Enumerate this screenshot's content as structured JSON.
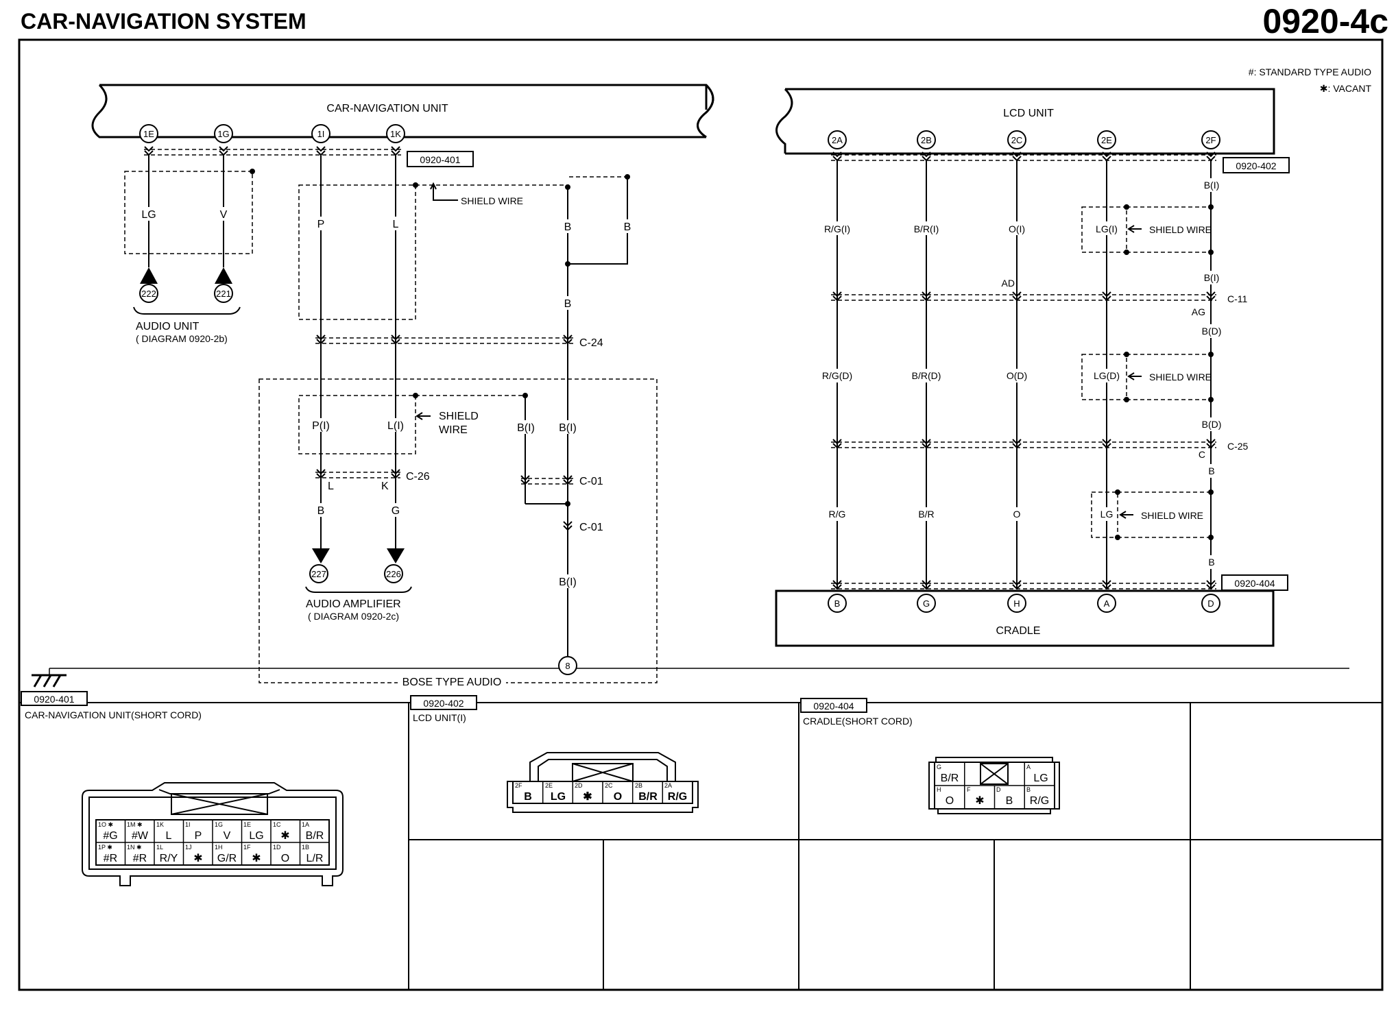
{
  "header": {
    "title": "CAR-NAVIGATION SYSTEM",
    "diagram_number": "0920-4c"
  },
  "notes": [
    "#: STANDARD TYPE AUDIO",
    "✱: VACANT"
  ],
  "left_diagram": {
    "unit_title": "CAR-NAVIGATION UNIT",
    "pins": [
      "1E",
      "1G",
      "1I",
      "1K"
    ],
    "connector_ref": "0920-401",
    "shield_wire": "SHIELD WIRE",
    "wire_labels": {
      "lg": "LG",
      "v": "V",
      "p": "P",
      "l": "L",
      "b_mid": "B",
      "b_right": "B",
      "b_lower": "B"
    },
    "audio_unit": {
      "terminals": [
        "222",
        "221"
      ],
      "label": "AUDIO UNIT",
      "sublabel": "( DIAGRAM 0920-2b)"
    },
    "connectors": {
      "c24": "C-24",
      "c26": "C-26",
      "c01a": "C-01",
      "c01b": "C-01"
    },
    "inner_labels": {
      "pi": "P(I)",
      "li": "L(I)",
      "bi_a": "B(I)",
      "bi_b": "B(I)",
      "shield1": "SHIELD",
      "shield2": "WIRE",
      "l_pin": "L",
      "k_pin": "K",
      "b_out": "B",
      "g_out": "G",
      "bi_low": "B(I)"
    },
    "amplifier": {
      "terminals": [
        "227",
        "226"
      ],
      "label": "AUDIO AMPLIFIER",
      "sublabel": "( DIAGRAM 0920-2c)"
    },
    "ground_number": "8",
    "bose_label": "BOSE TYPE AUDIO"
  },
  "right_diagram": {
    "unit_title": "LCD UNIT",
    "pins": [
      "2A",
      "2B",
      "2C",
      "2E",
      "2F"
    ],
    "connector_ref_top": "0920-402",
    "connector_ref_bottom": "0920-404",
    "wires_top": [
      "R/G(I)",
      "B/R(I)",
      "O(I)",
      "LG(I)"
    ],
    "wires_mid": [
      "R/G(D)",
      "B/R(D)",
      "O(D)",
      "LG(D)"
    ],
    "wires_bot": [
      "R/G",
      "B/R",
      "O",
      "LG"
    ],
    "shield_labels": [
      "SHIELD WIRE",
      "SHIELD WIRE",
      "SHIELD WIRE"
    ],
    "right_column": [
      "B(I)",
      "B(I)",
      "AG",
      "B(D)",
      "B(D)",
      "C",
      "B",
      "B"
    ],
    "ad_label": "AD",
    "c11": "C-11",
    "c25": "C-25",
    "cradle_pins": [
      "B",
      "G",
      "H",
      "A",
      "D"
    ],
    "cradle_label": "CRADLE"
  },
  "bottom_panels": {
    "p401": {
      "ref": "0920-401",
      "title": "CAR-NAVIGATION UNIT(SHORT CORD)",
      "row1": [
        {
          "pin": "1O ✱",
          "val": "#G"
        },
        {
          "pin": "1M ✱",
          "val": "#W"
        },
        {
          "pin": "1K",
          "val": "L"
        },
        {
          "pin": "1I",
          "val": "P"
        },
        {
          "pin": "1G",
          "val": "V"
        },
        {
          "pin": "1E",
          "val": "LG"
        },
        {
          "pin": "1C",
          "val": "✱"
        },
        {
          "pin": "1A",
          "val": "B/R"
        }
      ],
      "row2": [
        {
          "pin": "1P ✱",
          "val": "#R"
        },
        {
          "pin": "1N ✱",
          "val": "#R"
        },
        {
          "pin": "1L",
          "val": "R/Y"
        },
        {
          "pin": "1J",
          "val": "✱"
        },
        {
          "pin": "1H",
          "val": "G/R"
        },
        {
          "pin": "1F",
          "val": "✱"
        },
        {
          "pin": "1D",
          "val": "O"
        },
        {
          "pin": "1B",
          "val": "L/R"
        }
      ]
    },
    "p402": {
      "ref": "0920-402",
      "title": "LCD UNIT(I)",
      "row": [
        {
          "pin": "2F",
          "val": "B"
        },
        {
          "pin": "2E",
          "val": "LG"
        },
        {
          "pin": "2D",
          "val": "✱"
        },
        {
          "pin": "2C",
          "val": "O"
        },
        {
          "pin": "2B",
          "val": "B/R"
        },
        {
          "pin": "2A",
          "val": "R/G"
        }
      ]
    },
    "p404": {
      "ref": "0920-404",
      "title": "CRADLE(SHORT CORD)",
      "top": [
        {
          "pin": "G",
          "val": "B/R"
        },
        {
          "pin": "A",
          "val": "LG"
        }
      ],
      "bottom": [
        {
          "pin": "H",
          "val": "O"
        },
        {
          "pin": "F",
          "val": "✱"
        },
        {
          "pin": "D",
          "val": "B"
        },
        {
          "pin": "B",
          "val": "R/G"
        }
      ]
    }
  }
}
